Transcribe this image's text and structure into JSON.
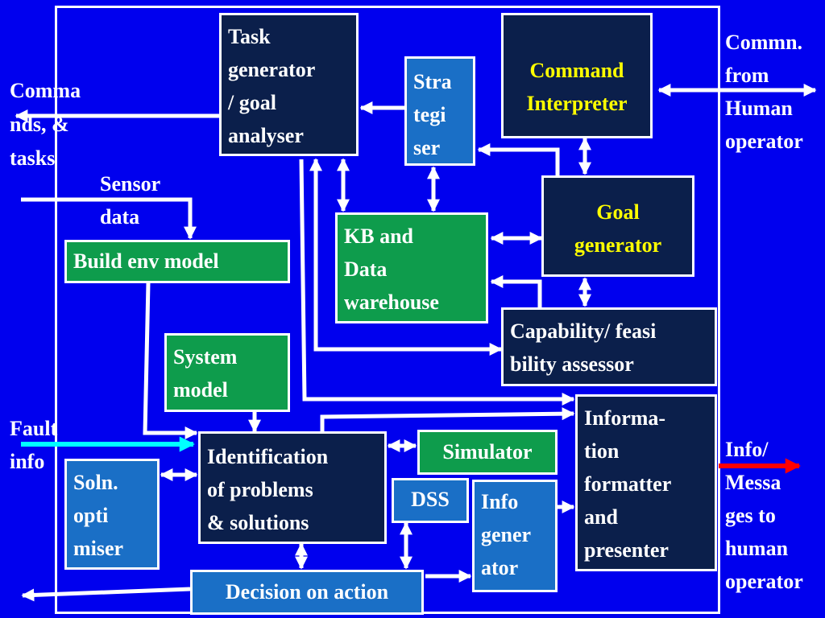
{
  "colors": {
    "background": "#0000ee",
    "dark_box": "#0b1f4b",
    "green_box": "#0e9c4c",
    "blue_box": "#1a6fc6",
    "highlight_text": "#ffff00",
    "fault_arrow": "#00ffff",
    "info_arrow": "#ff0000"
  },
  "boxes": {
    "task_generator": "Task\ngenerator\n/ goal\nanalyser",
    "strategiser": "Stra\ntegi\nser",
    "command_interpreter": "Command\nInterpreter",
    "goal_generator": "Goal\ngenerator",
    "kb_data_warehouse": "KB and\nData\nwarehouse",
    "build_env_model": "Build env model",
    "capability_assessor": "Capability/ feasi\nbility assessor",
    "system_model": "System\nmodel",
    "information_formatter": "Informa-\ntion\nformatter\nand\npresenter",
    "identification": "Identification\nof problems\n& solutions",
    "simulator": "Simulator",
    "soln_optimiser": "Soln.\nopti\nmiser",
    "dss": "DSS",
    "info_generator": "Info\ngener\nator",
    "decision_on_action": "Decision on action"
  },
  "labels": {
    "commands_tasks": "Comma\nnds, &\ntasks",
    "sensor_data": "Sensor\ndata",
    "commn_from_human": "Commn.\nfrom\nHuman\noperator",
    "fault_info": "Fault\ninfo",
    "info_messages": "Info/\nMessa\nges to\nhuman\noperator"
  }
}
